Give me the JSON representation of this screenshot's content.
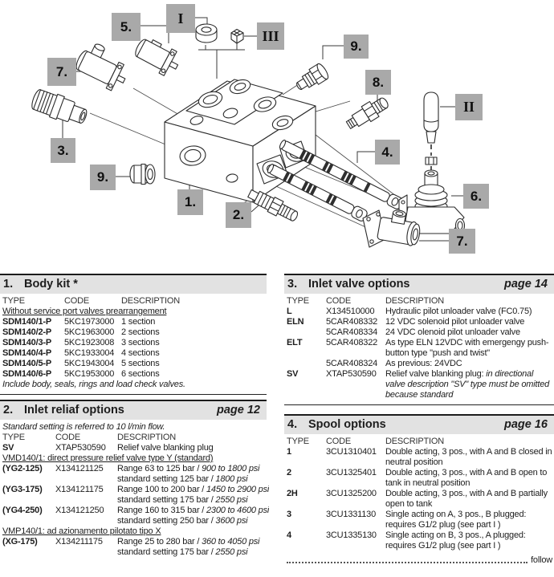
{
  "diagram": {
    "callouts": {
      "i": "I",
      "ii": "II",
      "iii": "III",
      "n1": "1.",
      "n2": "2.",
      "n3": "3.",
      "n4": "4.",
      "n5": "5.",
      "n6": "6.",
      "n7a": "7.",
      "n7b": "7.",
      "n8": "8.",
      "n9a": "9.",
      "n9b": "9."
    }
  },
  "sections": {
    "s1": {
      "number": "1.",
      "title": "Body kit *",
      "col_headers": [
        "TYPE",
        "CODE",
        "DESCRIPTION"
      ],
      "group_label": "Without service port valves prearrangement",
      "rows": [
        {
          "type": "SDM140/1-P",
          "code": "5KC1973000",
          "desc": "1 section"
        },
        {
          "type": "SDM140/2-P",
          "code": "5KC1963000",
          "desc": "2 sections"
        },
        {
          "type": "SDM140/3-P",
          "code": "5KC1923008",
          "desc": "3 sections"
        },
        {
          "type": "SDM140/4-P",
          "code": "5KC1933004",
          "desc": "4 sections"
        },
        {
          "type": "SDM140/5-P",
          "code": "5KC1943004",
          "desc": "5 sections"
        },
        {
          "type": "SDM140/6-P",
          "code": "5KC1953000",
          "desc": "6 sections"
        }
      ],
      "footnote": "Include body, seals, rings and load check valves."
    },
    "s2": {
      "number": "2.",
      "title": "Inlet reliaf options",
      "page": "page 12",
      "note": "Standard setting is referred to 10 l/min flow.",
      "col_headers": [
        "TYPE",
        "CODE",
        "DESCRIPTION"
      ],
      "sv_row": {
        "type": "SV",
        "code": "XTAP530590",
        "desc": "Relief valve blanking plug"
      },
      "group1_label": "VMD140/1: direct pressure relief valve type Y (standard)",
      "group1_rows": [
        {
          "type": "(YG2-125)",
          "code": "X134121125",
          "l1p": "Range 63 to 125 bar / ",
          "l1i": "900 to 1800 psi",
          "l2p": "standard setting 125 bar / ",
          "l2i": "1800 psi"
        },
        {
          "type": "(YG3-175)",
          "code": "X134121175",
          "l1p": "Range 100 to 200 bar / ",
          "l1i": "1450 to 2900 psi",
          "l2p": "standard setting 175 bar / ",
          "l2i": "2550 psi"
        },
        {
          "type": "(YG4-250)",
          "code": "X134121250",
          "l1p": "Range 160 to 315 bar / ",
          "l1i": "2300 to 4600 psi",
          "l2p": "standard setting 250 bar / ",
          "l2i": "3600 psi"
        }
      ],
      "group2_label": "VMP140/1: ad azionamento pilotato tipo X",
      "group2_rows": [
        {
          "type": "(XG-175)",
          "code": "X134211175",
          "l1p": "Range 25 to 280 bar / ",
          "l1i": "360 to 4050 psi",
          "l2p": "standard setting 175 bar / ",
          "l2i": "2550 psi"
        }
      ]
    },
    "s3": {
      "number": "3.",
      "title": "Inlet valve options",
      "page": "page 14",
      "col_headers": [
        "TYPE",
        "CODE",
        "DESCRIPTION"
      ],
      "rows": [
        {
          "type": "L",
          "code": "X134510000",
          "dp": "Hydraulic pilot unloader valve (FC0.75)",
          "di": ""
        },
        {
          "type": "ELN",
          "code": "5CAR408332",
          "dp": "12 VDC solenoid pilot unloader valve",
          "di": ""
        },
        {
          "type": "",
          "code": "5CAR408334",
          "dp": "24 VDC olenoid pilot unloader valve",
          "di": ""
        },
        {
          "type": "ELT",
          "code": "5CAR408322",
          "dp": "As type ELN 12VDC with emergengy push-button type \"push and twist\"",
          "di": ""
        },
        {
          "type": "",
          "code": "5CAR408324",
          "dp": "As previous: 24VDC",
          "di": ""
        },
        {
          "type": "SV",
          "code": "XTAP530590",
          "dp": "Relief valve blanking plug: ",
          "di": "in directional valve description \"SV\" type must be omitted because standard"
        }
      ]
    },
    "s4": {
      "number": "4.",
      "title": "Spool options",
      "page": "page 16",
      "col_headers": [
        "TYPE",
        "CODE",
        "DESCRIPTION"
      ],
      "rows": [
        {
          "type": "1",
          "code": "3CU1310401",
          "desc": "Double acting, 3 pos., with A and B closed in neutral position"
        },
        {
          "type": "2",
          "code": "3CU1325401",
          "desc": "Double acting, 3 pos., with A and B open to tank in neutral position"
        },
        {
          "type": "2H",
          "code": "3CU1325200",
          "desc": "Double acting, 3 pos., with A and B partially open to tank"
        },
        {
          "type": "3",
          "code": "3CU1331130",
          "desc": "Single acting on A, 3 pos., B plugged: requires G1/2 plug (see part I )"
        },
        {
          "type": "4",
          "code": "3CU1335130",
          "desc": "Single acting on B, 3 pos., A plugged: requires G1/2 plug (see part I )"
        }
      ],
      "follow_label": "follow"
    }
  },
  "colors": {
    "callout_bg": "#a9a9a9",
    "header_bg": "#e2e2e2",
    "rule": "#1c1c1c"
  }
}
